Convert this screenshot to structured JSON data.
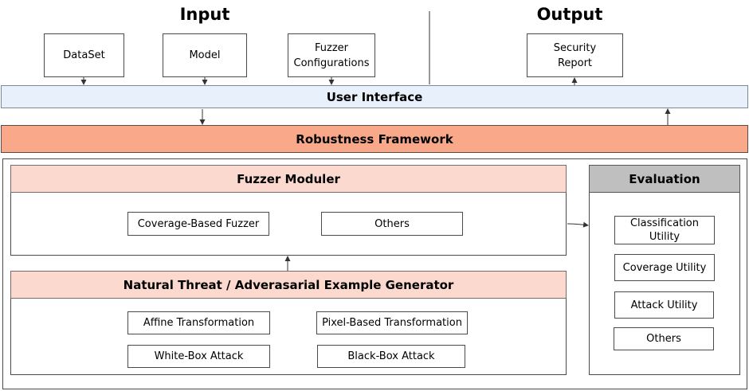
{
  "headings": {
    "input": "Input",
    "output": "Output"
  },
  "inputs": {
    "dataset": "DataSet",
    "model": "Model",
    "fuzzer_config": [
      "Fuzzer",
      "Configurations"
    ]
  },
  "outputs": {
    "security_report": [
      "Security",
      "Report"
    ]
  },
  "user_interface": "User Interface",
  "robustness_framework": "Robustness Framework",
  "fuzzer_module": {
    "title": "Fuzzer Moduler",
    "items": [
      "Coverage-Based Fuzzer",
      "Others"
    ]
  },
  "generator": {
    "title": "Natural Threat / Adverasarial Example Generator",
    "items": [
      "Affine Transformation",
      "Pixel-Based Transformation",
      "White-Box Attack",
      "Black-Box Attack"
    ]
  },
  "evaluation": {
    "title": "Evaluation",
    "items": [
      "Classification Utility",
      "Coverage Utility",
      "Attack Utility",
      "Others"
    ]
  }
}
